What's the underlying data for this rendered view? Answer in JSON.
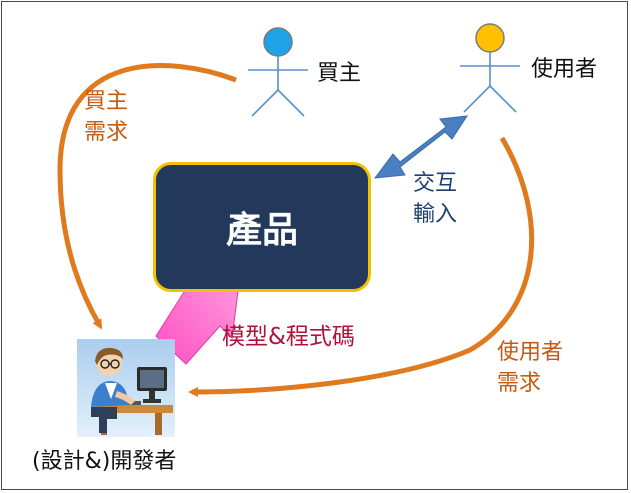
{
  "nodes": {
    "buyer": {
      "label": "買主",
      "head_color": "#1fa3e8"
    },
    "user": {
      "label": "使用者",
      "head_color": "#ffc000"
    },
    "product": {
      "label": "產品",
      "fill": "#23395b",
      "border": "#f2c100"
    },
    "developer": {
      "label": "(設計&)開發者",
      "icon": "developer-at-computer-icon"
    }
  },
  "edges": {
    "buyer_requirements": {
      "label_line1": "買主",
      "label_line2": "需求",
      "color": "#e07a1f"
    },
    "user_requirements": {
      "label_line1": "使用者",
      "label_line2": "需求",
      "color": "#e07a1f"
    },
    "interaction": {
      "label_line1": "交互",
      "label_line2": "輸入",
      "color": "#4a7fc1"
    },
    "model_code": {
      "label": "模型&程式碼",
      "color": "#ff66cc"
    }
  }
}
